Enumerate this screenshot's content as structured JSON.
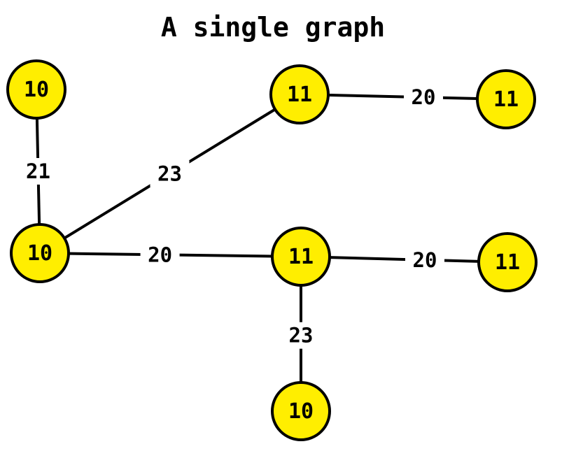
{
  "title": "A single graph",
  "colors": {
    "node_fill": "#ffee00",
    "stroke": "#000000",
    "background": "#ffffff"
  },
  "nodes": [
    {
      "id": "n1",
      "label": "10"
    },
    {
      "id": "n2",
      "label": "10"
    },
    {
      "id": "n3",
      "label": "11"
    },
    {
      "id": "n4",
      "label": "11"
    },
    {
      "id": "n5",
      "label": "11"
    },
    {
      "id": "n6",
      "label": "11"
    },
    {
      "id": "n7",
      "label": "10"
    }
  ],
  "edges": [
    {
      "from": "n1",
      "to": "n2",
      "label": "21"
    },
    {
      "from": "n2",
      "to": "n3",
      "label": "23"
    },
    {
      "from": "n3",
      "to": "n4",
      "label": "20"
    },
    {
      "from": "n2",
      "to": "n5",
      "label": "20"
    },
    {
      "from": "n5",
      "to": "n6",
      "label": "20"
    },
    {
      "from": "n5",
      "to": "n7",
      "label": "23"
    }
  ]
}
